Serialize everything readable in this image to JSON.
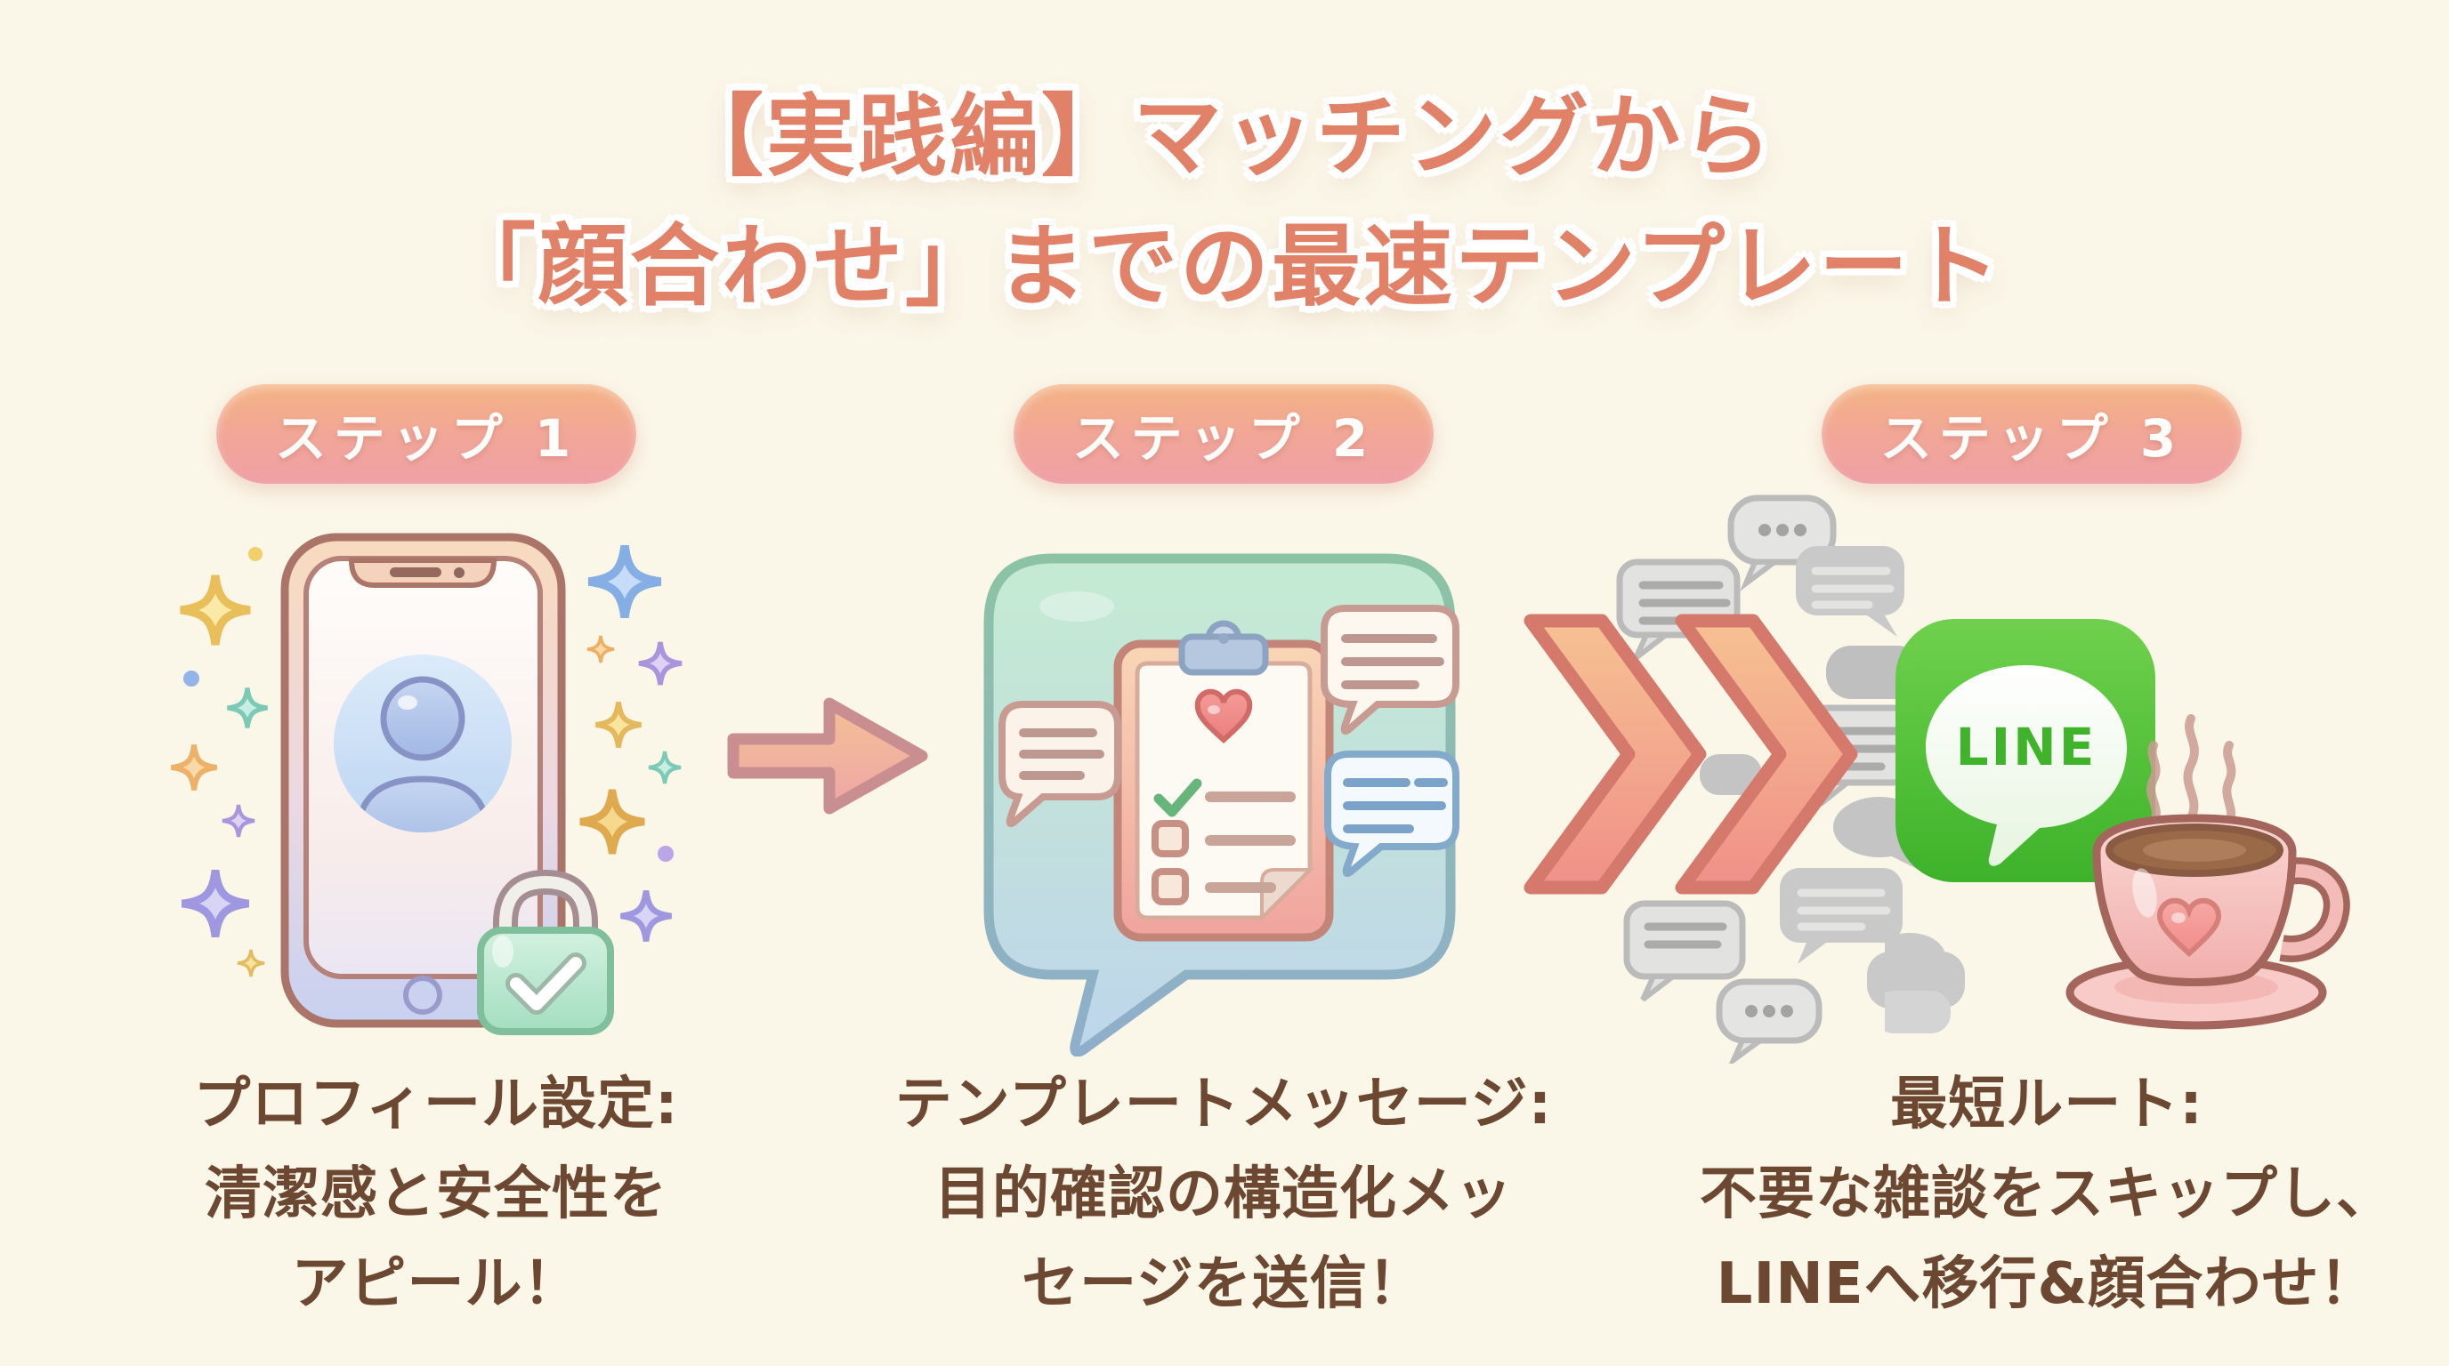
{
  "page": {
    "background_color": "#FAF6E8"
  },
  "title": {
    "line1": "【実践編】マッチングから",
    "line2": "「顔合わせ」までの最速テンプレート",
    "color": "#E08168"
  },
  "steps": [
    {
      "label": "ステップ 1",
      "caption_lines": [
        "プロフィール設定:",
        "清潔感と安全性を",
        "アピール！"
      ]
    },
    {
      "label": "ステップ 2",
      "caption_lines": [
        "テンプレートメッセージ:",
        "目的確認の構造化メッ",
        "セージを送信！"
      ]
    },
    {
      "label": "ステップ 3",
      "caption_lines": [
        "最短ルート:",
        "不要な雑談をスキップし、",
        "LINEへ移行&顔合わせ！"
      ]
    }
  ],
  "icons": {
    "line_app_label": "LINE"
  },
  "colors": {
    "title_coral": "#E08168",
    "caption_brown": "#6C4731",
    "pill_gradient_top": "#F4B283",
    "pill_gradient_bottom": "#EFA0A6",
    "arrow_coral": "#EFA6A6",
    "chevron_coral": "#F09089",
    "line_green": "#3FB32A",
    "cup_pink": "#F6C9C6",
    "lock_mint": "#B9E6CC",
    "background_cream": "#FAF6E8"
  }
}
